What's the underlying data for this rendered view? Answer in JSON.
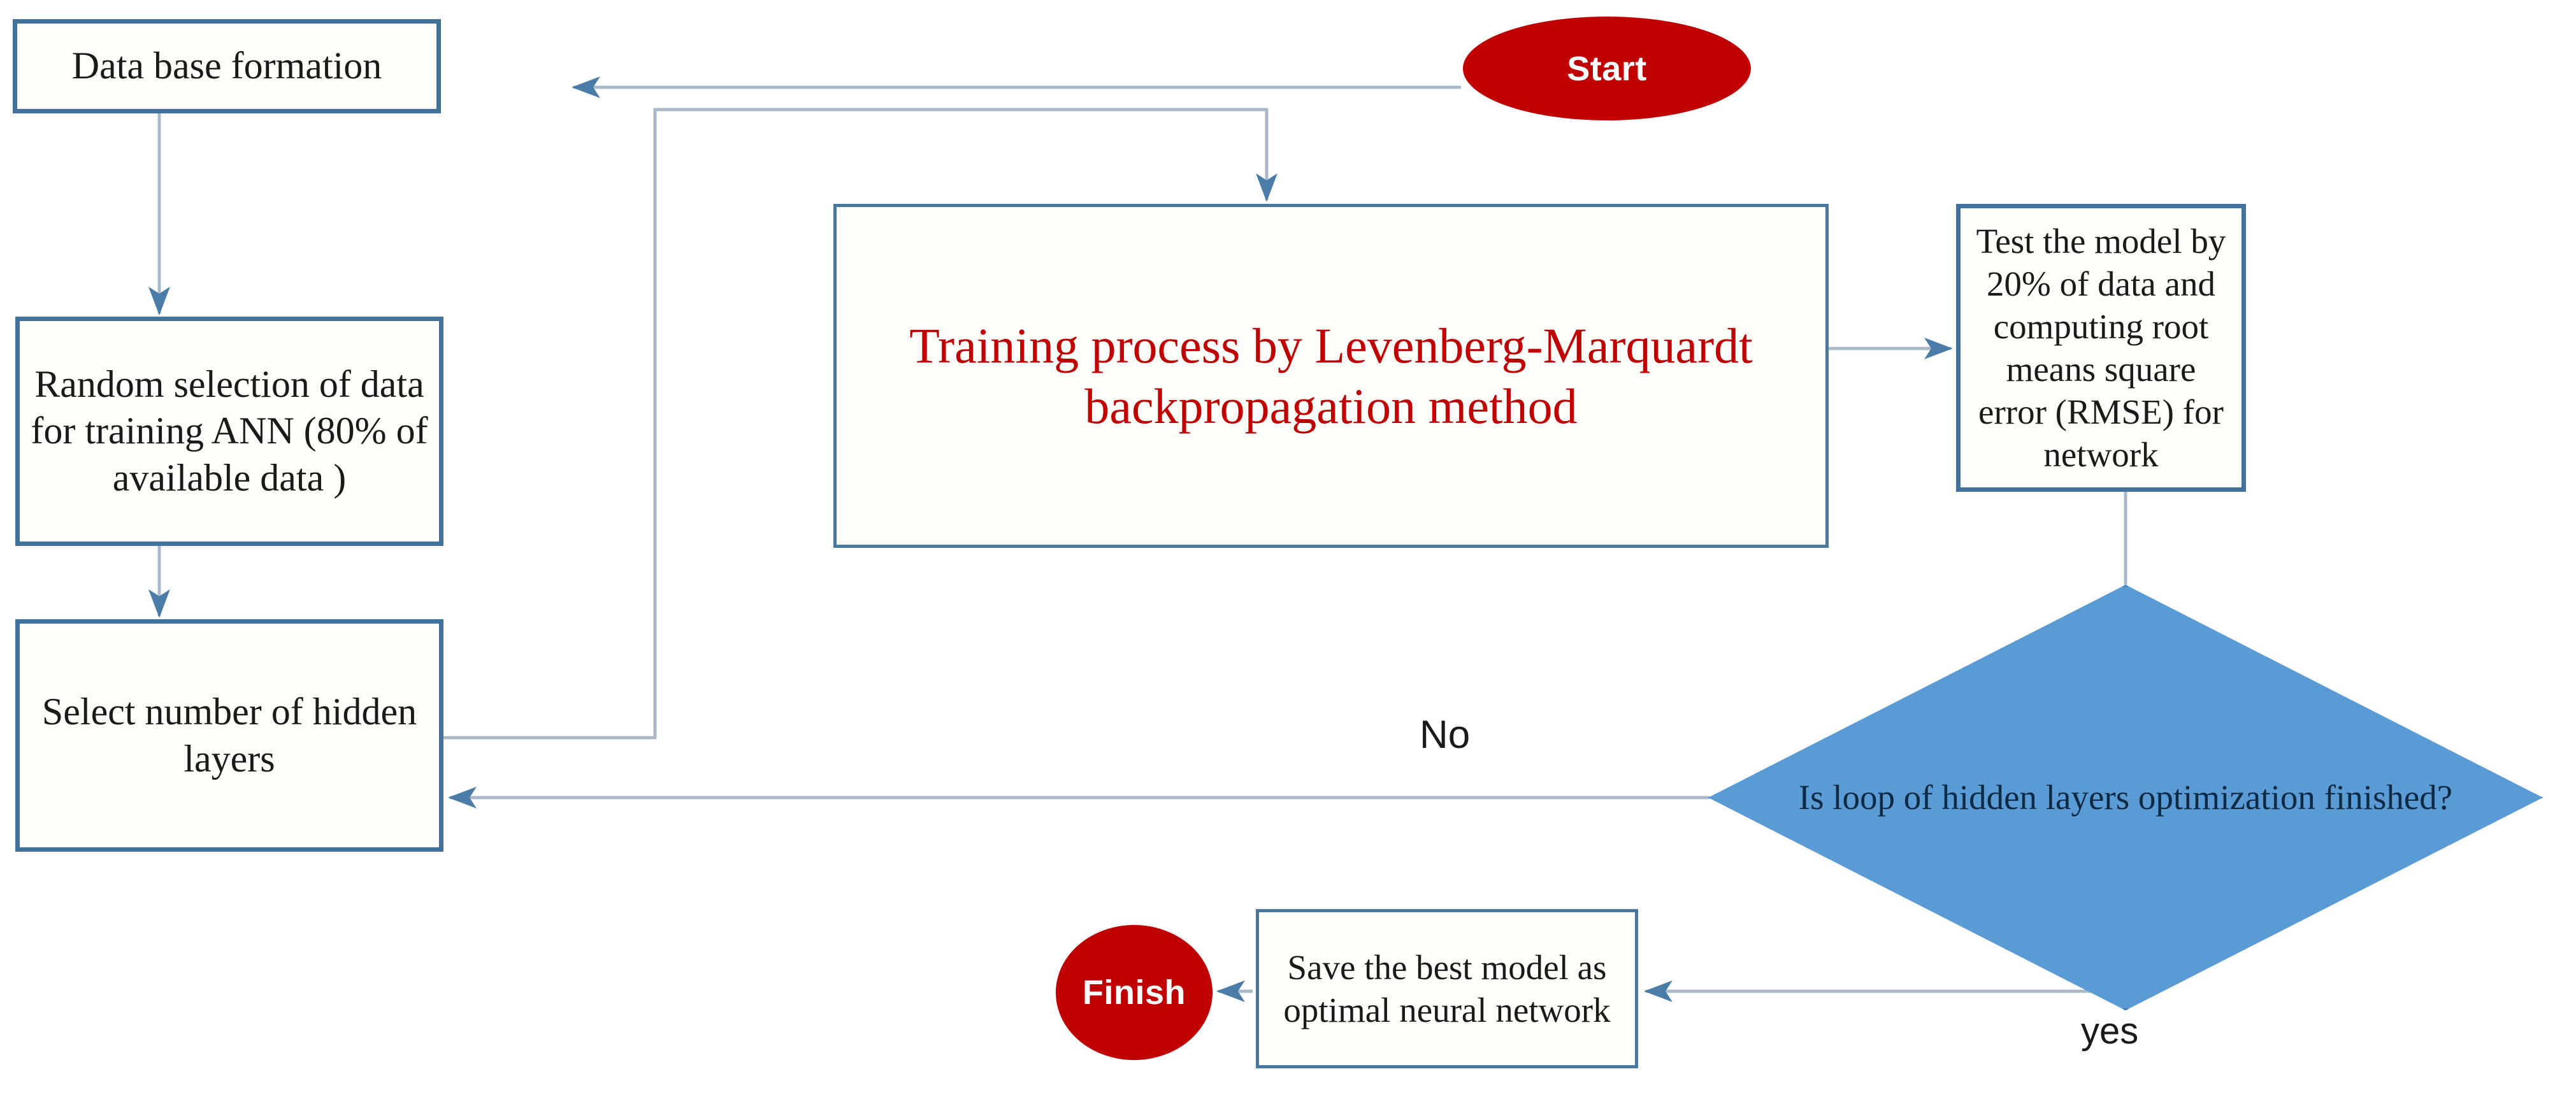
{
  "diagram": {
    "title": "ANN training flowchart",
    "colors": {
      "terminator_fill": "#C00000",
      "decision_fill": "#5B9BD5",
      "box_border": "#41719C",
      "training_text": "#C00000",
      "connector": "#A6B8CC"
    },
    "nodes": {
      "start": {
        "label": "Start",
        "shape": "terminator"
      },
      "db_formation": {
        "label": "Data base formation",
        "shape": "process"
      },
      "random_selection": {
        "label": "Random selection of data for training ANN (80% of available data )",
        "shape": "process"
      },
      "hidden_layers": {
        "label": "Select number of hidden layers",
        "shape": "process"
      },
      "training": {
        "label": "Training process by Levenberg-Marquardt backpropagation method",
        "shape": "process"
      },
      "test_model": {
        "label": "Test the model by 20% of data  and computing root means square error (RMSE) for network",
        "shape": "process"
      },
      "decision": {
        "label": "Is loop of hidden layers optimization finished?",
        "shape": "decision"
      },
      "save_model": {
        "label": "Save the best model as optimal neural network",
        "shape": "process"
      },
      "finish": {
        "label": "Finish",
        "shape": "terminator"
      }
    },
    "edge_labels": {
      "no": "No",
      "yes": "yes"
    }
  }
}
